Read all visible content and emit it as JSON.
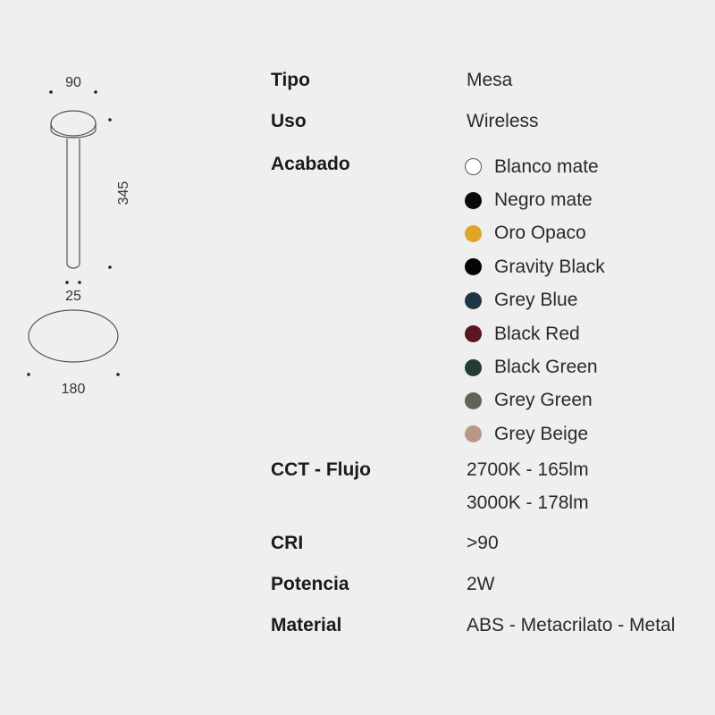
{
  "drawing": {
    "dims": {
      "top_width": "90",
      "height": "345",
      "stem": "25",
      "base": "180"
    }
  },
  "specs": {
    "tipo": {
      "label": "Tipo",
      "value": "Mesa"
    },
    "uso": {
      "label": "Uso",
      "value": "Wireless"
    },
    "acabado": {
      "label": "Acabado",
      "finishes": [
        {
          "name": "Blanco mate",
          "color": "#ffffff"
        },
        {
          "name": "Negro mate",
          "color": "#0a0a0a"
        },
        {
          "name": "Oro Opaco",
          "color": "#e0a524"
        },
        {
          "name": "Gravity Black",
          "color": "#050505"
        },
        {
          "name": "Grey Blue",
          "color": "#1f3644"
        },
        {
          "name": "Black Red",
          "color": "#5c1620"
        },
        {
          "name": "Black Green",
          "color": "#263b35"
        },
        {
          "name": "Grey Green",
          "color": "#5f6458"
        },
        {
          "name": "Grey Beige",
          "color": "#b99886"
        }
      ]
    },
    "cct": {
      "label": "CCT - Flujo",
      "values": [
        "2700K - 165lm",
        "3000K - 178lm"
      ]
    },
    "cri": {
      "label": "CRI",
      "value": ">90"
    },
    "potencia": {
      "label": "Potencia",
      "value": "2W"
    },
    "material": {
      "label": "Material",
      "value": "ABS - Metacrilato - Metal"
    }
  }
}
